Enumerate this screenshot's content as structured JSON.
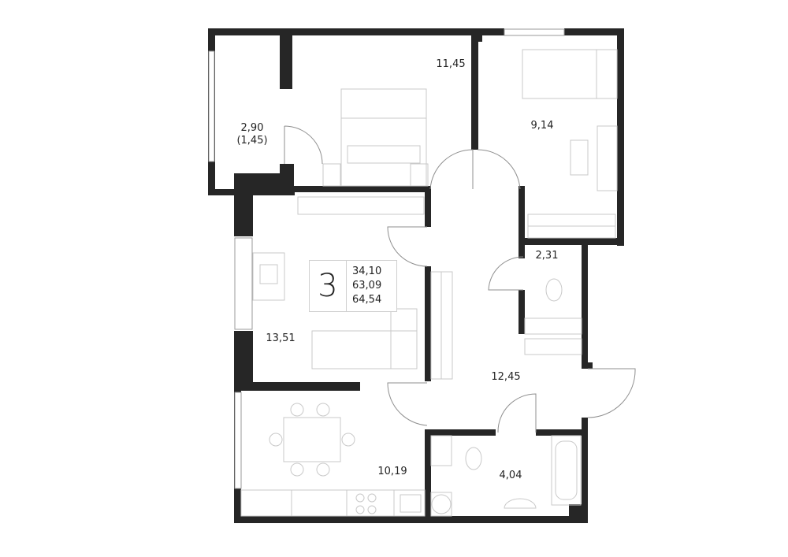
{
  "rooms": [
    {
      "id": "balcony",
      "area": "2,90",
      "area_reduced": "(1,45)"
    },
    {
      "id": "bedroom",
      "area": "11,45"
    },
    {
      "id": "kids-room",
      "area": "9,14"
    },
    {
      "id": "wc",
      "area": "2,31"
    },
    {
      "id": "living-room",
      "area": "13,51"
    },
    {
      "id": "hallway",
      "area": "12,45"
    },
    {
      "id": "kitchen",
      "area": "10,19"
    },
    {
      "id": "bathroom",
      "area": "4,04"
    }
  ],
  "badge": {
    "rooms_count": "3",
    "living_area": "34,10",
    "total_area": "63,09",
    "total_area_with_balcony": "64,54"
  },
  "colors": {
    "wall": "#262626",
    "furniture": "#c9c9c9",
    "background": "#ffffff"
  }
}
